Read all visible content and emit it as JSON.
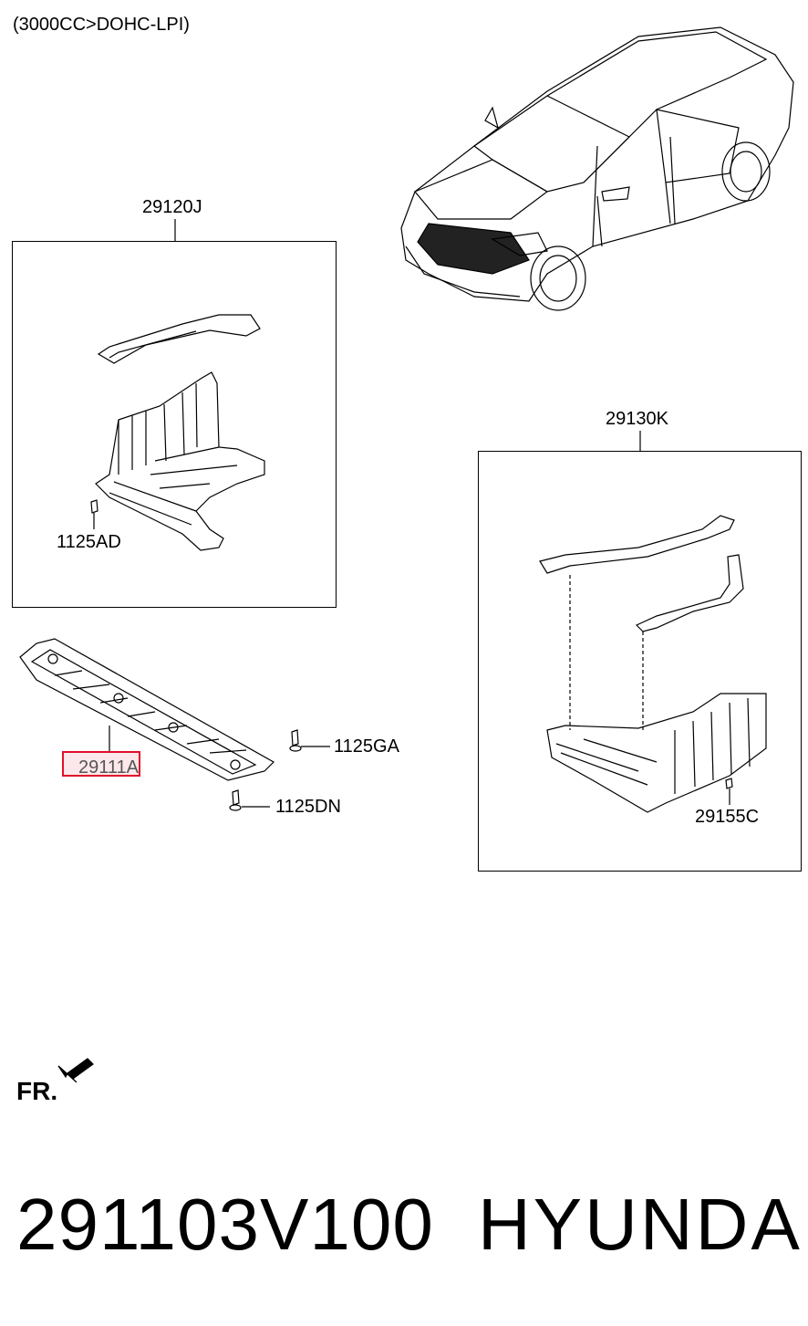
{
  "header": {
    "variant": "(3000CC>DOHC-LPI)"
  },
  "callouts": {
    "group_front": "29120J",
    "group_rear": "29130K",
    "bolt_front": "1125AD",
    "main_part": "29111A",
    "bolt_ga": "1125GA",
    "bolt_dn": "1125DN",
    "clip_rear": "29155C"
  },
  "orientation": {
    "label": "FR."
  },
  "footer": {
    "part_number": "291103V100",
    "brand": "HYUNDAI"
  },
  "icons": {
    "direction_arrow": "fr-arrow-icon"
  },
  "colors": {
    "highlight_border": "#e0102a",
    "highlight_fill": "#f0788c",
    "line": "#000000"
  }
}
